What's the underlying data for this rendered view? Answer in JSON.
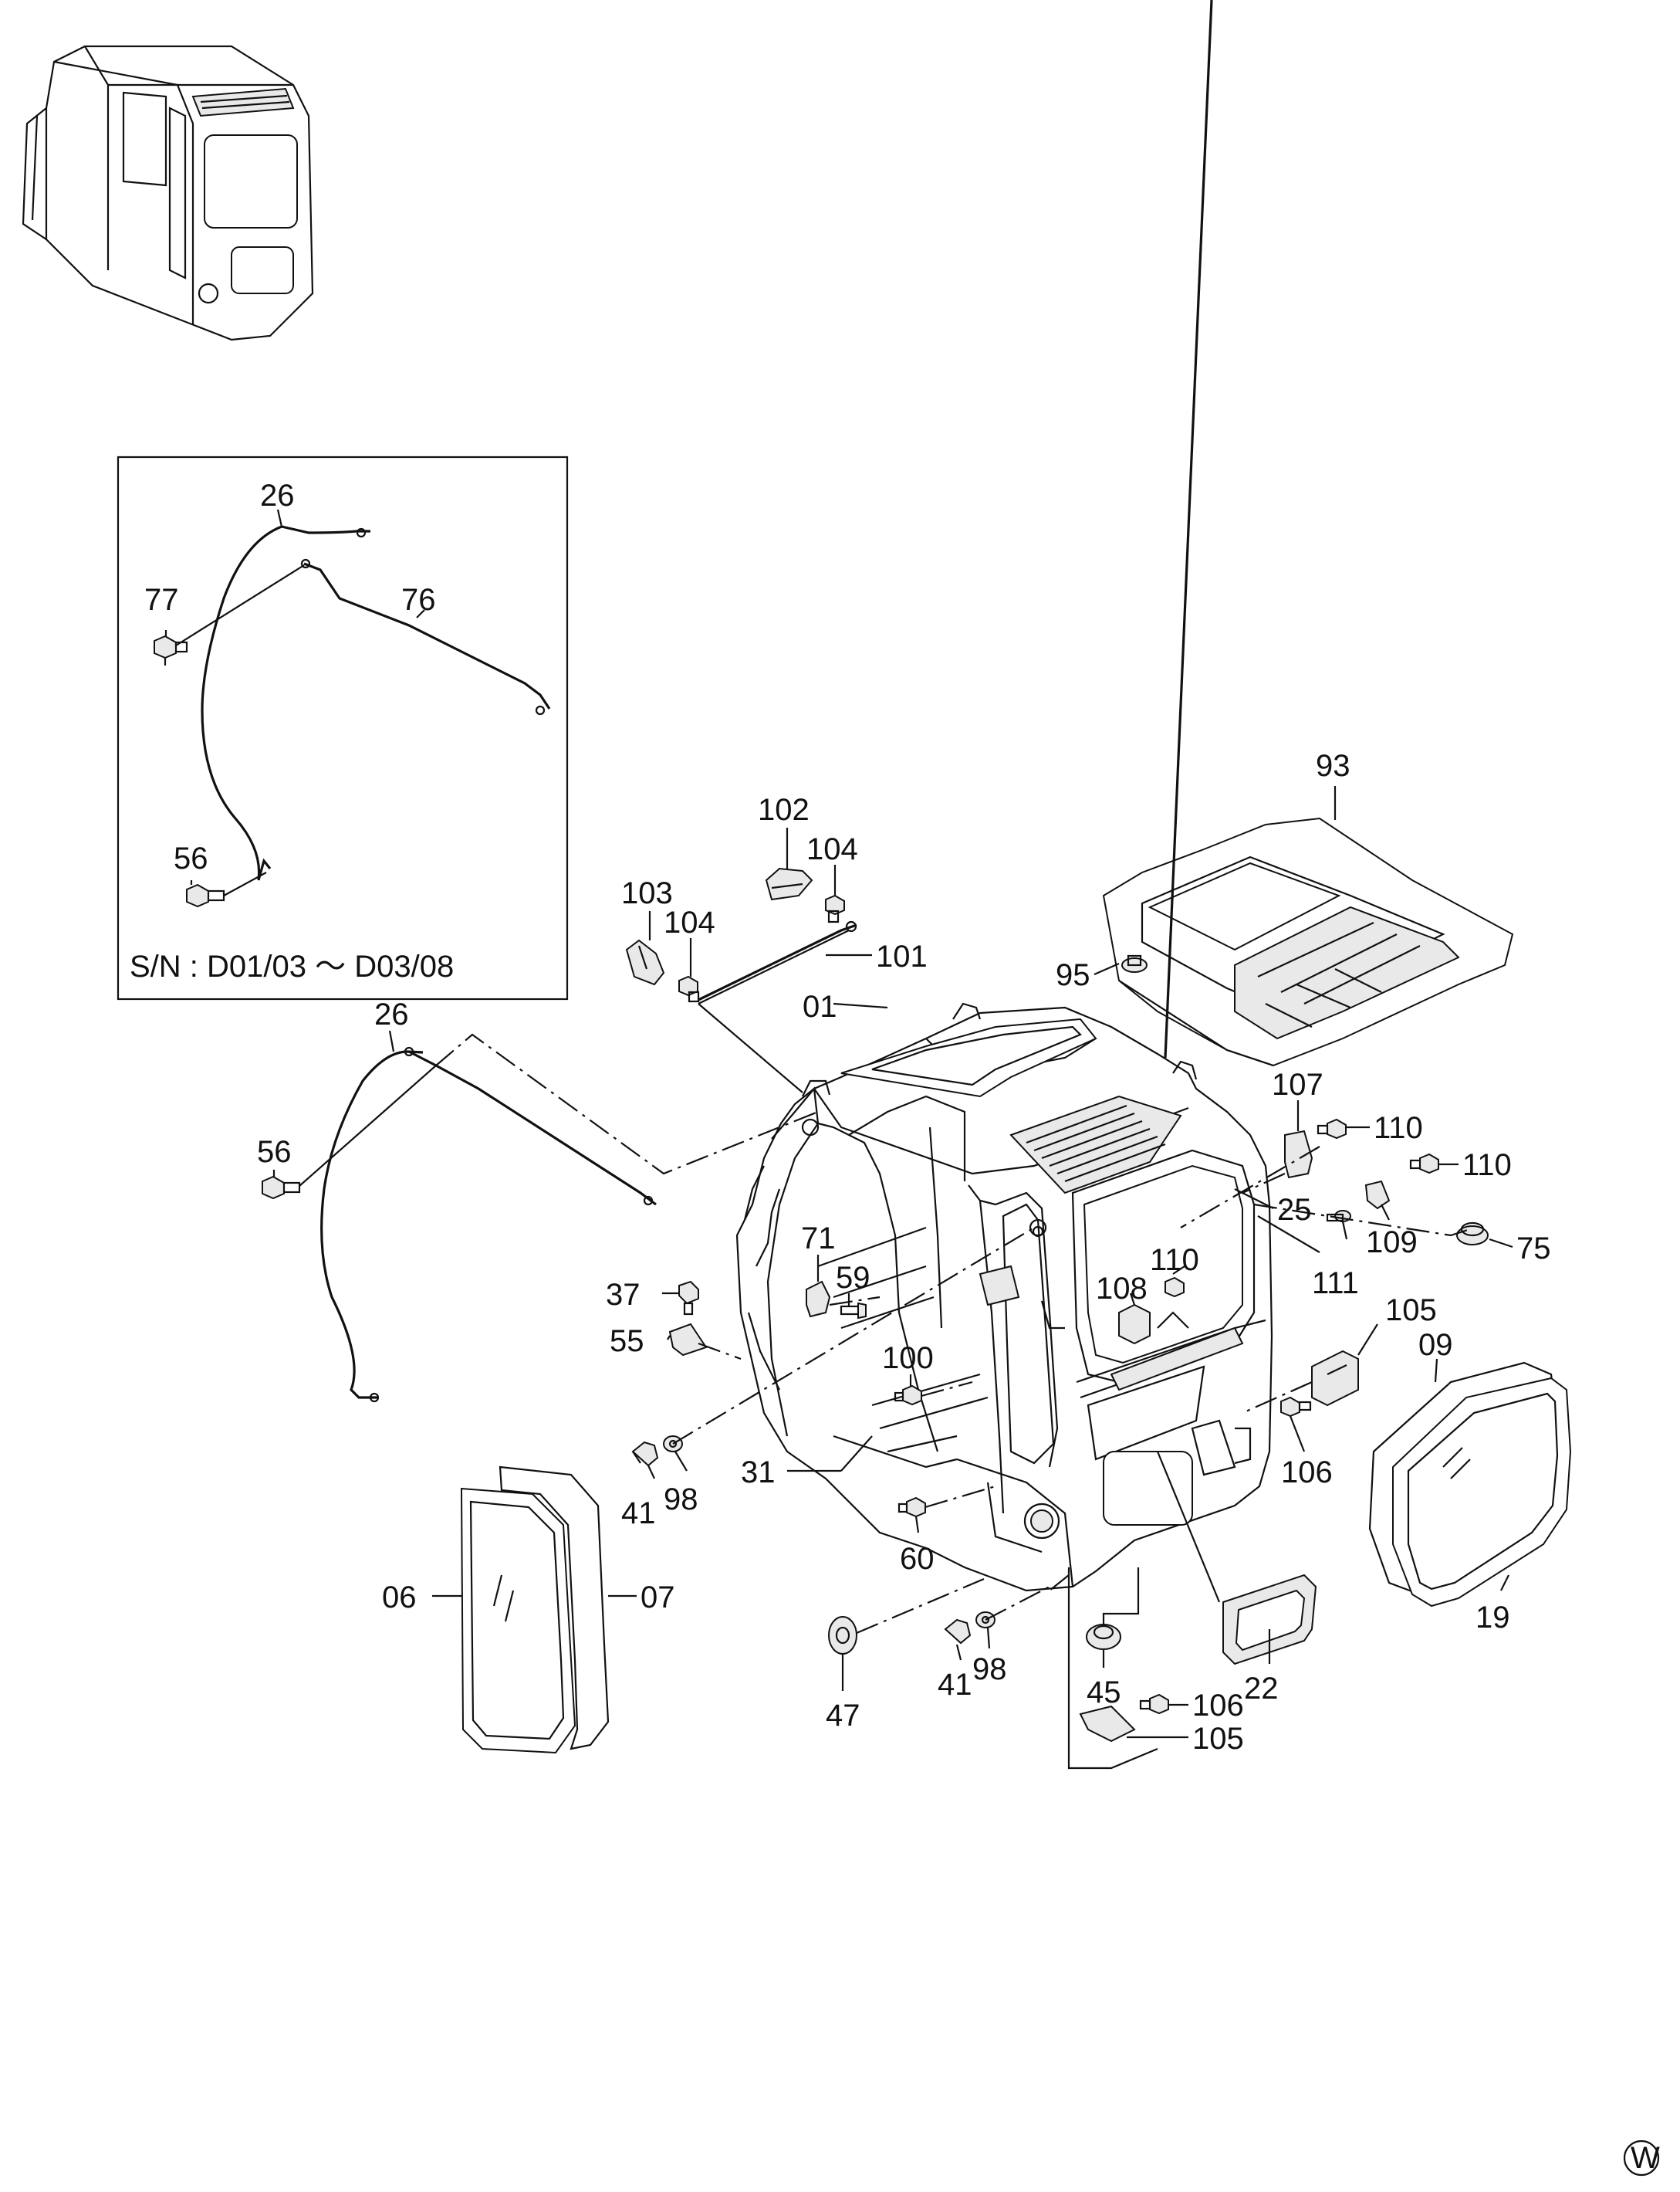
{
  "inset_note": "S/N : D01/03 〜 D03/08",
  "watermark": "W",
  "callouts": [
    {
      "id": "c-26-inset",
      "text": "26"
    },
    {
      "id": "c-77",
      "text": "77"
    },
    {
      "id": "c-76",
      "text": "76"
    },
    {
      "id": "c-56-inset",
      "text": "56"
    },
    {
      "id": "c-93",
      "text": "93"
    },
    {
      "id": "c-102",
      "text": "102"
    },
    {
      "id": "c-104-a",
      "text": "104"
    },
    {
      "id": "c-103",
      "text": "103"
    },
    {
      "id": "c-104-b",
      "text": "104"
    },
    {
      "id": "c-101",
      "text": "101"
    },
    {
      "id": "c-95",
      "text": "95"
    },
    {
      "id": "c-01",
      "text": "01"
    },
    {
      "id": "c-26",
      "text": "26"
    },
    {
      "id": "c-56",
      "text": "56"
    },
    {
      "id": "c-107",
      "text": "107"
    },
    {
      "id": "c-110-a",
      "text": "110"
    },
    {
      "id": "c-110-b",
      "text": "110"
    },
    {
      "id": "c-25",
      "text": "25"
    },
    {
      "id": "c-109",
      "text": "109"
    },
    {
      "id": "c-75",
      "text": "75"
    },
    {
      "id": "c-111",
      "text": "111"
    },
    {
      "id": "c-110-c",
      "text": "110"
    },
    {
      "id": "c-108",
      "text": "108"
    },
    {
      "id": "c-71",
      "text": "71"
    },
    {
      "id": "c-59",
      "text": "59"
    },
    {
      "id": "c-37",
      "text": "37"
    },
    {
      "id": "c-105-a",
      "text": "105"
    },
    {
      "id": "c-09",
      "text": "09"
    },
    {
      "id": "c-55",
      "text": "55"
    },
    {
      "id": "c-100",
      "text": "100"
    },
    {
      "id": "c-106-a",
      "text": "106"
    },
    {
      "id": "c-31",
      "text": "31"
    },
    {
      "id": "c-41-a",
      "text": "41"
    },
    {
      "id": "c-98-a",
      "text": "98"
    },
    {
      "id": "c-60",
      "text": "60"
    },
    {
      "id": "c-06",
      "text": "06"
    },
    {
      "id": "c-07",
      "text": "07"
    },
    {
      "id": "c-19",
      "text": "19"
    },
    {
      "id": "c-22",
      "text": "22"
    },
    {
      "id": "c-41-b",
      "text": "41"
    },
    {
      "id": "c-98-b",
      "text": "98"
    },
    {
      "id": "c-45",
      "text": "45"
    },
    {
      "id": "c-47",
      "text": "47"
    },
    {
      "id": "c-106-b",
      "text": "106"
    },
    {
      "id": "c-105-b",
      "text": "105"
    }
  ]
}
